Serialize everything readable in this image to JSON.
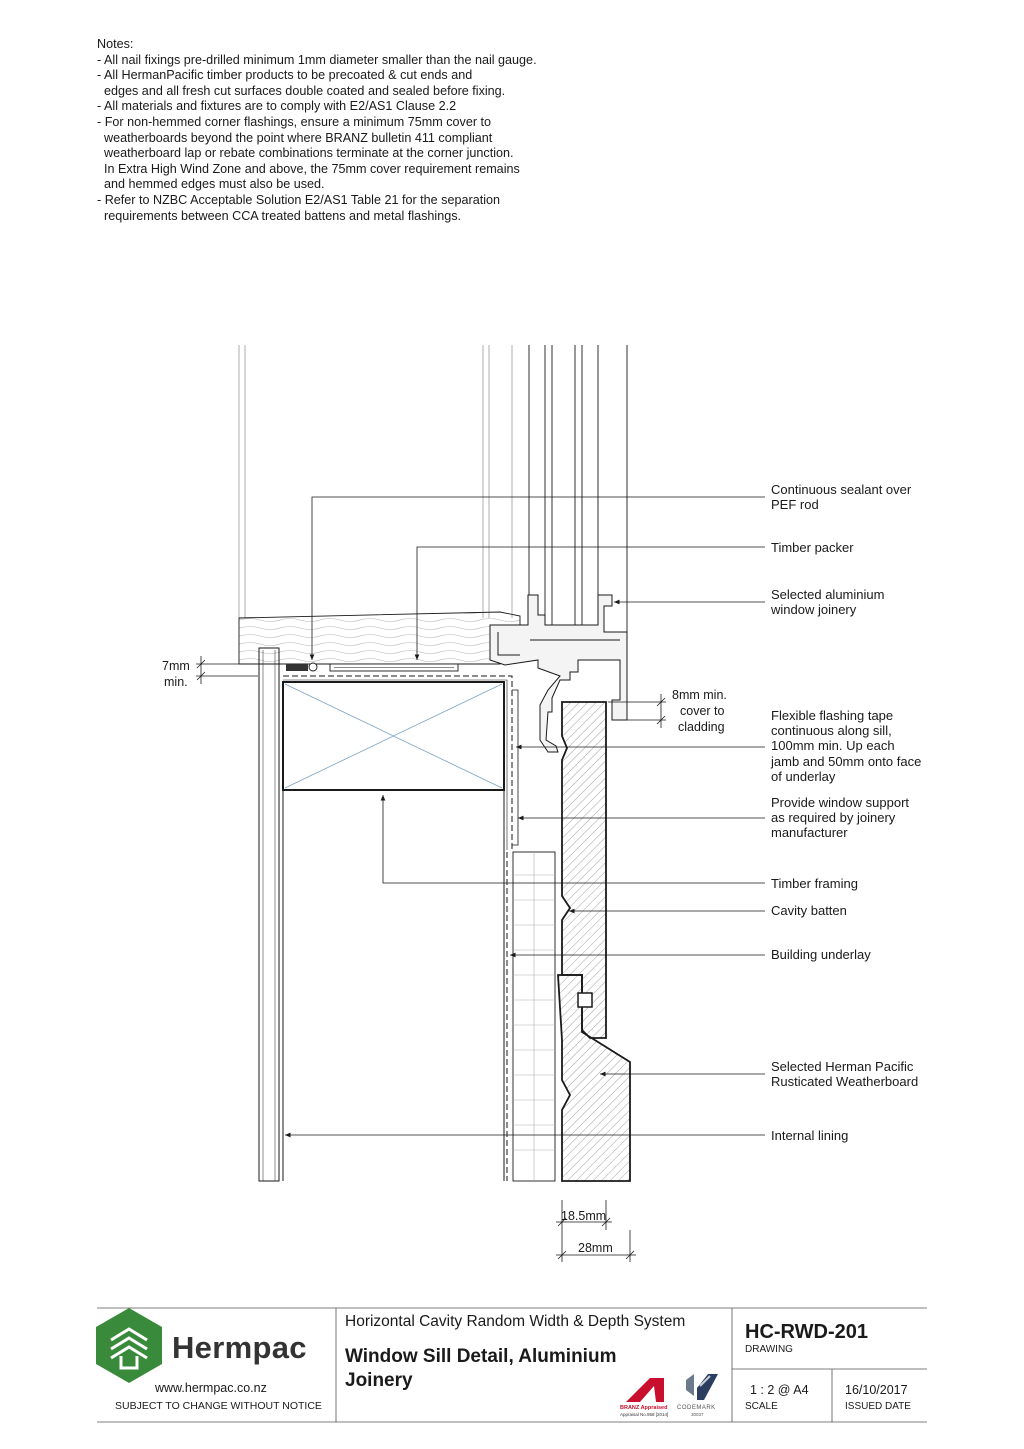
{
  "notes": {
    "heading": "Notes:",
    "lines": [
      "- All nail fixings pre-drilled minimum 1mm diameter smaller than the nail gauge.",
      "- All HermanPacific timber products to be precoated & cut ends and",
      "  edges and all fresh cut surfaces double coated and sealed before fixing.",
      "- All materials and fixtures are to comply with E2/AS1 Clause 2.2",
      "- For non-hemmed corner flashings, ensure a minimum 75mm cover to",
      "  weatherboards beyond the point where BRANZ bulletin 411 compliant",
      "  weatherboard lap or rebate combinations terminate at the corner junction.",
      "  In Extra High Wind Zone and above, the 75mm cover requirement remains",
      "  and hemmed edges must also be used.",
      "- Refer to NZBC Acceptable Solution E2/AS1 Table 21 for the separation",
      "  requirements between CCA treated battens and metal flashings."
    ]
  },
  "labels": {
    "sealant_1": "Continuous sealant over",
    "sealant_2": "PEF rod",
    "packer": "Timber packer",
    "joinery_1": "Selected aluminium",
    "joinery_2": "window joinery",
    "tape_1": "Flexible flashing tape",
    "tape_2": "continuous along sill,",
    "tape_3": "100mm min. Up each",
    "tape_4": "jamb and 50mm onto face",
    "tape_5": "of underlay",
    "support_1": "Provide window support",
    "support_2": "as required by joinery",
    "support_3": "manufacturer",
    "framing": "Timber framing",
    "batten": "Cavity batten",
    "underlay": "Building underlay",
    "weatherboard_1": "Selected Herman Pacific",
    "weatherboard_2": "Rusticated Weatherboard",
    "lining": "Internal lining"
  },
  "dimensions": {
    "gap_1": "7mm",
    "gap_2": "min.",
    "cover_1": "8mm min.",
    "cover_2": "cover to",
    "cover_3": "cladding",
    "thick_1": "18.5mm",
    "thick_2": "28mm"
  },
  "title_block": {
    "brand": "Hermpac",
    "website": "www.hermpac.co.nz",
    "disclaimer": "SUBJECT TO CHANGE WITHOUT NOTICE",
    "system": "Horizontal Cavity Random Width & Depth System",
    "title_1": "Window Sill Detail, Aluminium",
    "title_2": "Joinery",
    "drawing_code": "HC-RWD-201",
    "drawing_label": "DRAWING",
    "scale": "1 : 2 @ A4",
    "scale_label": "SCALE",
    "date": "16/10/2017",
    "date_label": "ISSUED DATE",
    "branz_mark": "BRANZ Appraised",
    "branz_no": "Appraisal No.958 [2014]",
    "codemark": "CODEMARK",
    "codemark_no": "30037"
  },
  "colors": {
    "logo_green": "#3a8a3c",
    "line": "#1a1a1a",
    "hatch": "#8a8a8a",
    "cross": "#7aa3c7",
    "branz_red": "#c8102e"
  }
}
